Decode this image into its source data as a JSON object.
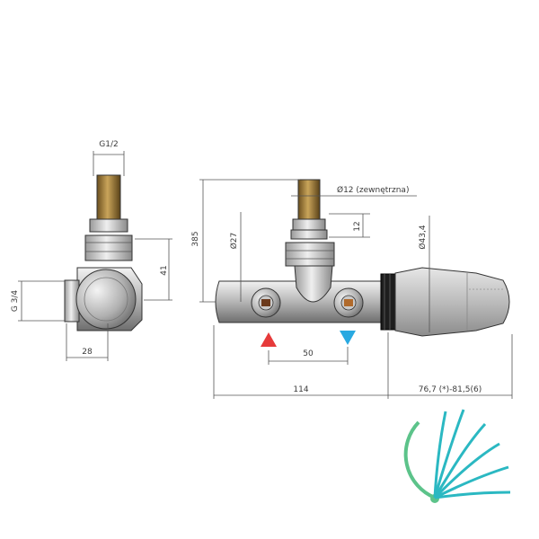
{
  "dimensions": {
    "thread_top": "G1/2",
    "height_41": "41",
    "thread_side": "G 3/4",
    "width_28": "28",
    "height_385": "385",
    "diameter_27": "Ø27",
    "pipe_diameter": "Ø12 (zewnętrzna)",
    "height_12": "12",
    "diameter_434": "Ø43,4",
    "spacing_50": "50",
    "length_114": "114",
    "length_head": "76,7 (*)-81,5(6)"
  },
  "markers": {
    "supply_color": "#e63a3a",
    "return_color": "#29a9e1"
  },
  "logo": {
    "teal": "#2bb8c2",
    "green": "#5cc38a"
  }
}
